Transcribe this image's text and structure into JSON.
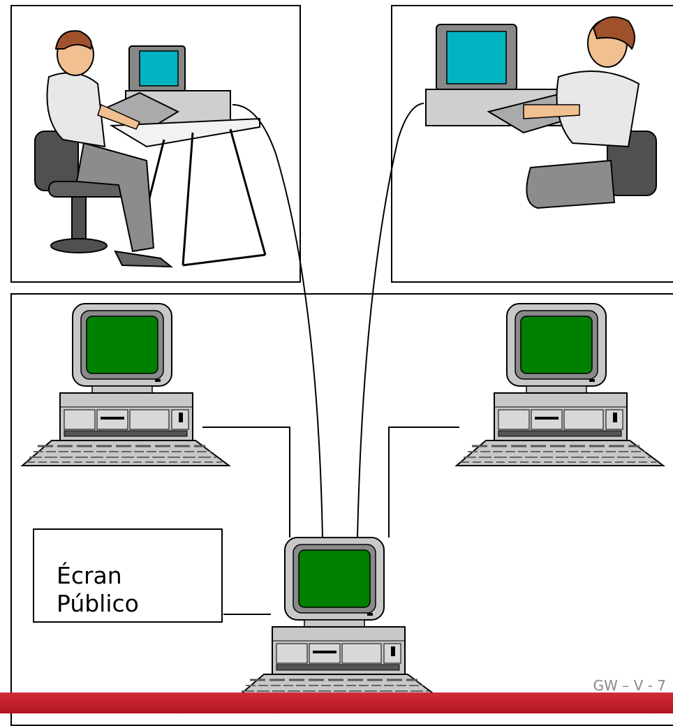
{
  "public_screen": {
    "line1": "Écran",
    "line2": "Público"
  },
  "footer": {
    "page_label": "GW – V - 7",
    "bar_color": "#c0222c"
  },
  "colors": {
    "screen_green": "#008000",
    "screen_cyan": "#00b3c0",
    "case_gray": "#c8c8c8"
  }
}
